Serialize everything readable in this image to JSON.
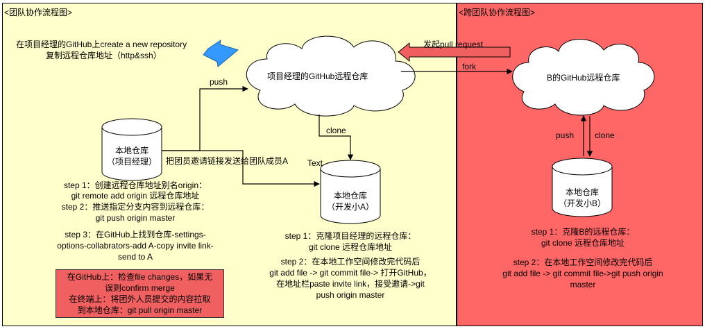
{
  "left_panel": {
    "title": "<团队协作流程图>",
    "intro_line1": "在项目经理的GitHub上create a new repository",
    "intro_line2": "复制远程仓库地址（http&ssh）",
    "cloud_pm_label": "项目经理的GitHub远程仓库",
    "push_label": "push",
    "clone_label": "clone",
    "text_label": "Text",
    "invite_label": "把团员邀请链接发送给团队成员A",
    "local_pm": {
      "line1": "本地仓库",
      "line2": "（项目经理）"
    },
    "local_a": {
      "line1": "本地仓库",
      "line2": "（开发小A）"
    },
    "steps_pm": [
      "step 1：创建远程仓库地址别名origin：",
      "git remote add origin 远程仓库地址",
      "step 2：推送指定分支内容到远程仓库：",
      "git push origin master",
      "step 3：在GitHub上找到仓库-settings-",
      "options-collabrators-add A-copy invite link-",
      "send to A"
    ],
    "steps_a": [
      "step 1：克隆项目经理的远程仓库：",
      "git clone 远程仓库地址",
      "step 2：在本地工作空间修改完代码后",
      "git add file -> git commit file-> 打开GitHub，",
      "在地址栏paste invite link，接受邀请->git",
      "push origin master"
    ],
    "red_box": [
      "在GitHub上：检查file changes，如果无",
      "误则confirm merge",
      "在终端上：将团外人员提交的内容拉取",
      "到本地仓库：git pull origin master"
    ]
  },
  "right_panel": {
    "title": "<跨团队协作流程图>",
    "pull_request_label": "发起pull request",
    "fork_label": "fork",
    "cloud_b_label": "B的GitHub远程仓库",
    "push_label": "push",
    "clone_label": "clone",
    "local_b": {
      "line1": "本地仓库",
      "line2": "（开发小B）"
    },
    "steps_b": [
      "step 1：克隆B的远程仓库：",
      "git clone 远程仓库地址",
      "step 2：在本地工作空间修改完代码后",
      "git add file -> git commit file->git push origin",
      "master"
    ]
  },
  "colors": {
    "left_bg": "#ffffcc",
    "right_bg": "#ff6666",
    "red_box_bg": "#f06060",
    "blue_arrow": "#3399ff",
    "pull_request_arrow": "#f06060"
  }
}
